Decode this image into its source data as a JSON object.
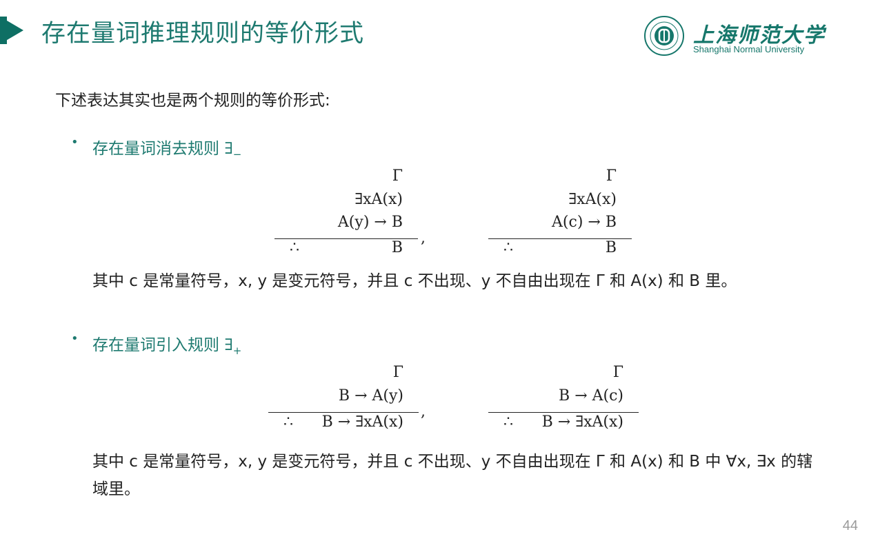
{
  "header": {
    "title": "存在量词推理规则的等价形式",
    "logo_cn": "上海师范大学",
    "logo_en": "Shanghai Normal University"
  },
  "intro": "下述表达其实也是两个规则的等价形式:",
  "sections": [
    {
      "bullet": "•",
      "label": "存在量词消去规则 ∃",
      "label_sub": "−",
      "rules": [
        {
          "premises": [
            "Γ",
            "∃xA(x)",
            "A(y) → B"
          ],
          "therefore": "∴",
          "conclusion": "B"
        },
        {
          "premises": [
            "Γ",
            "∃xA(x)",
            "A(c) → B"
          ],
          "therefore": "∴",
          "conclusion": "B"
        }
      ],
      "separator": ",",
      "note": "其中 c 是常量符号，x, y 是变元符号，并且 c 不出现、y 不自由出现在 Γ 和 A(x) 和 B 里。"
    },
    {
      "bullet": "•",
      "label": "存在量词引入规则 ∃",
      "label_sub": "+",
      "rules": [
        {
          "premises": [
            "Γ",
            "B → A(y)"
          ],
          "therefore": "∴",
          "conclusion": "B → ∃xA(x)"
        },
        {
          "premises": [
            "Γ",
            "B → A(c)"
          ],
          "therefore": "∴",
          "conclusion": "B → ∃xA(x)"
        }
      ],
      "separator": ",",
      "note": "其中 c 是常量符号，x, y 是变元符号，并且 c 不出现、y 不自由出现在 Γ 和 A(x) 和 B 中 ∀x, ∃x 的辖域里。"
    }
  ],
  "page_number": "44",
  "colors": {
    "accent": "#1e7a70",
    "marker": "#0e6f64",
    "text": "#222222",
    "page_number": "#9a9a9a"
  },
  "icons": {
    "title_marker": "arrow-marker-icon",
    "logo": "university-seal-icon"
  }
}
